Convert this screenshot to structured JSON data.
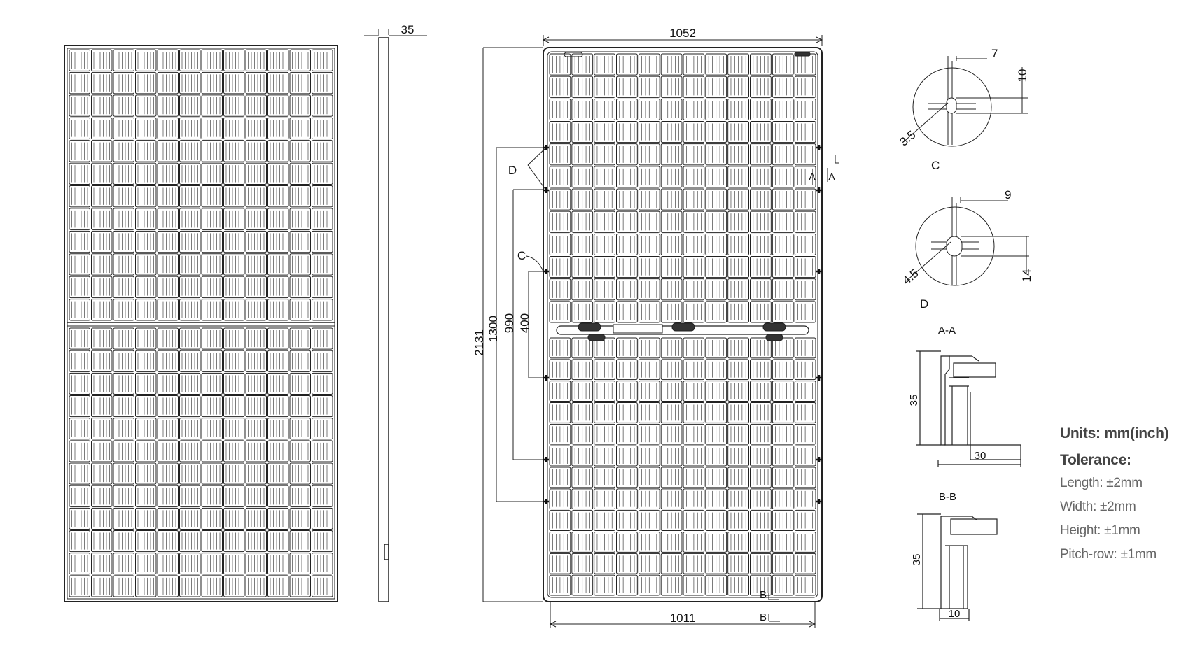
{
  "dimensions": {
    "frame_thickness": "35",
    "overall_width": "1052",
    "overall_length": "2131",
    "mount_hole_pitch_1": "1300",
    "mount_hole_pitch_2": "990",
    "mount_hole_pitch_3": "400",
    "inner_width": "1011"
  },
  "labels": {
    "hole_d": "D",
    "hole_c": "C",
    "section_a_left": "A",
    "section_a_right": "A",
    "section_b_1": "B",
    "section_b_2": "B"
  },
  "detail_c": {
    "title": "C",
    "slot_width": "7",
    "slot_height": "10",
    "radius": "3.5"
  },
  "detail_d": {
    "title": "D",
    "slot_width": "9",
    "slot_height": "14",
    "radius": "4.5"
  },
  "section_aa": {
    "title": "A-A",
    "height": "35",
    "width": "30"
  },
  "section_bb": {
    "title": "B-B",
    "height": "35",
    "width": "10"
  },
  "notes": {
    "units": "Units: mm(inch)",
    "tolerance_title": "Tolerance:",
    "tolerances": [
      "Length: ±2mm",
      "Width: ±2mm",
      "Height: ±1mm",
      "Pitch-row: ±1mm"
    ]
  }
}
